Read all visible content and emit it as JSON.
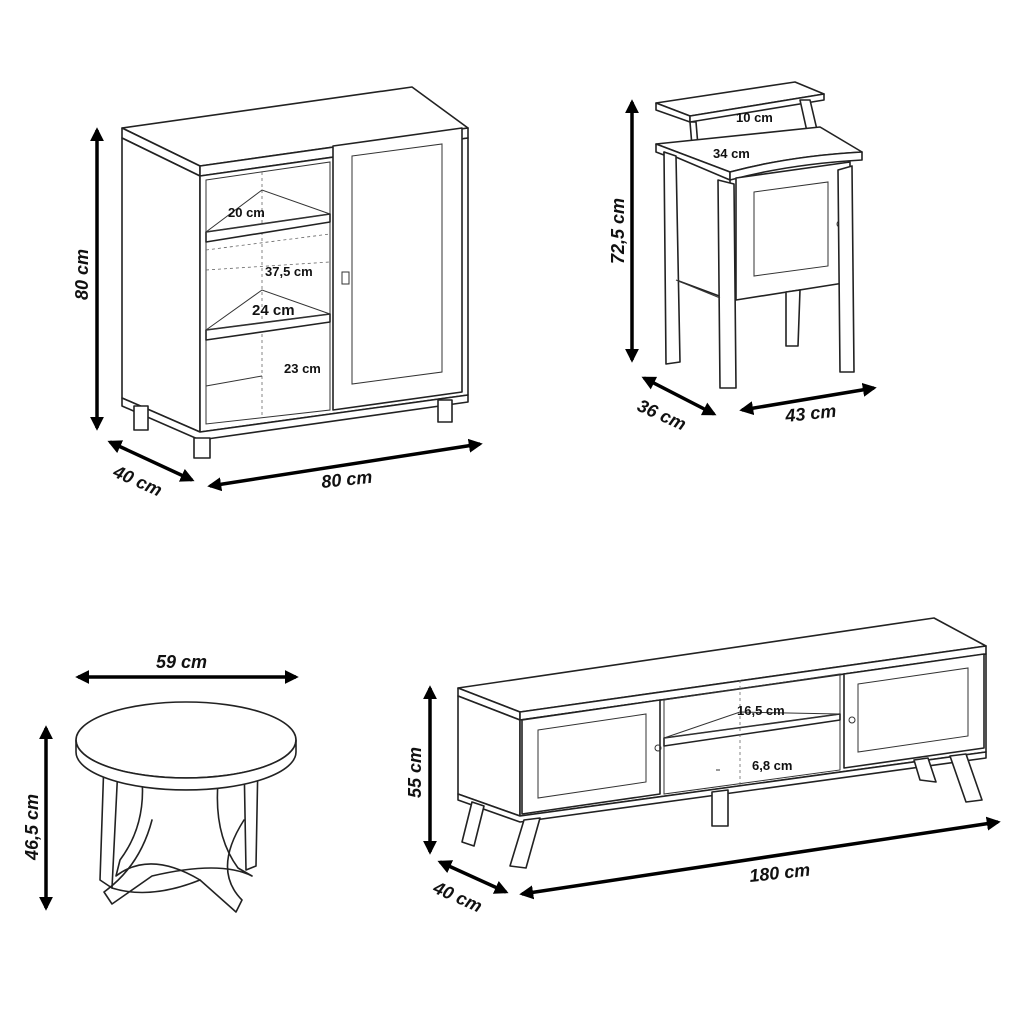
{
  "cabinet": {
    "height": "80 cm",
    "depth": "40 cm",
    "width": "80 cm",
    "shelf_1": "20 cm",
    "shelf_2": "37,5 cm",
    "shelf_3": "24 cm",
    "shelf_4": "23 cm"
  },
  "nightstand": {
    "height": "72,5 cm",
    "depth": "36 cm",
    "width": "43 cm",
    "riser": "10 cm",
    "top_depth": "34 cm"
  },
  "side_table": {
    "diameter": "59 cm",
    "height": "46,5 cm"
  },
  "tv_stand": {
    "height": "55 cm",
    "depth": "40 cm",
    "width": "180 cm",
    "shelf_upper": "16,5 cm",
    "shelf_lower": "6,8 cm"
  }
}
